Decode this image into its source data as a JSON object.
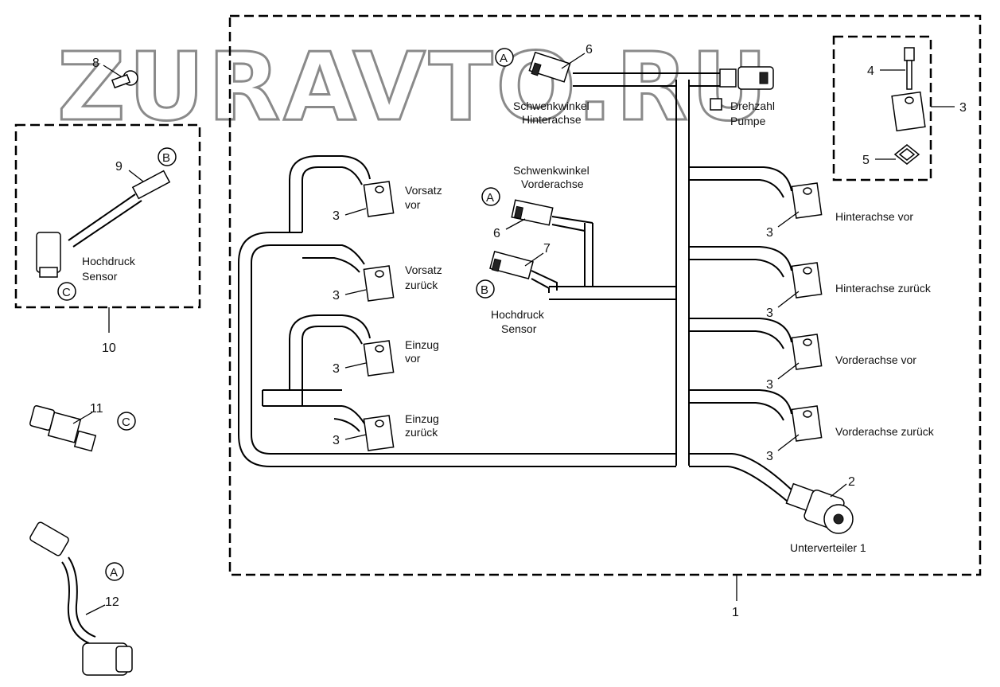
{
  "watermark": "ZURAVTO.RU",
  "frame_label": "1",
  "group_10_label": "10",
  "callouts": {
    "part2": "2",
    "part3": "3",
    "part4": "4",
    "part5": "5",
    "part6": "6",
    "part7": "7",
    "part8": "8",
    "part9": "9",
    "part11": "11",
    "part12": "12"
  },
  "refs": {
    "A": "A",
    "B": "B",
    "C": "C"
  },
  "labels": {
    "schwenkwinkel_hinterachse_1": "Schwenkwinkel",
    "schwenkwinkel_hinterachse_2": "Hinterachse",
    "drehzahl_1": "Drehzahl",
    "drehzahl_2": "Pumpe",
    "schwenkwinkel_vorderachse_1": "Schwenkwinkel",
    "schwenkwinkel_vorderachse_2": "Vorderachse",
    "hochdruck_1": "Hochdruck",
    "hochdruck_2": "Sensor",
    "hochdruck_left_1": "Hochdruck",
    "hochdruck_left_2": "Sensor",
    "vorsatz_vor_1": "Vorsatz",
    "vorsatz_vor_2": "vor",
    "vorsatz_zurueck_1": "Vorsatz",
    "vorsatz_zurueck_2": "zurück",
    "einzug_vor_1": "Einzug",
    "einzug_vor_2": "vor",
    "einzug_zurueck_1": "Einzug",
    "einzug_zurueck_2": "zurück",
    "hinterachse_vor": "Hinterachse vor",
    "hinterachse_zurueck": "Hinterachse zurück",
    "vorderachse_vor": "Vorderachse vor",
    "vorderachse_zurueck": "Vorderachse zurück",
    "unterverteiler": "Unterverteiler 1"
  }
}
